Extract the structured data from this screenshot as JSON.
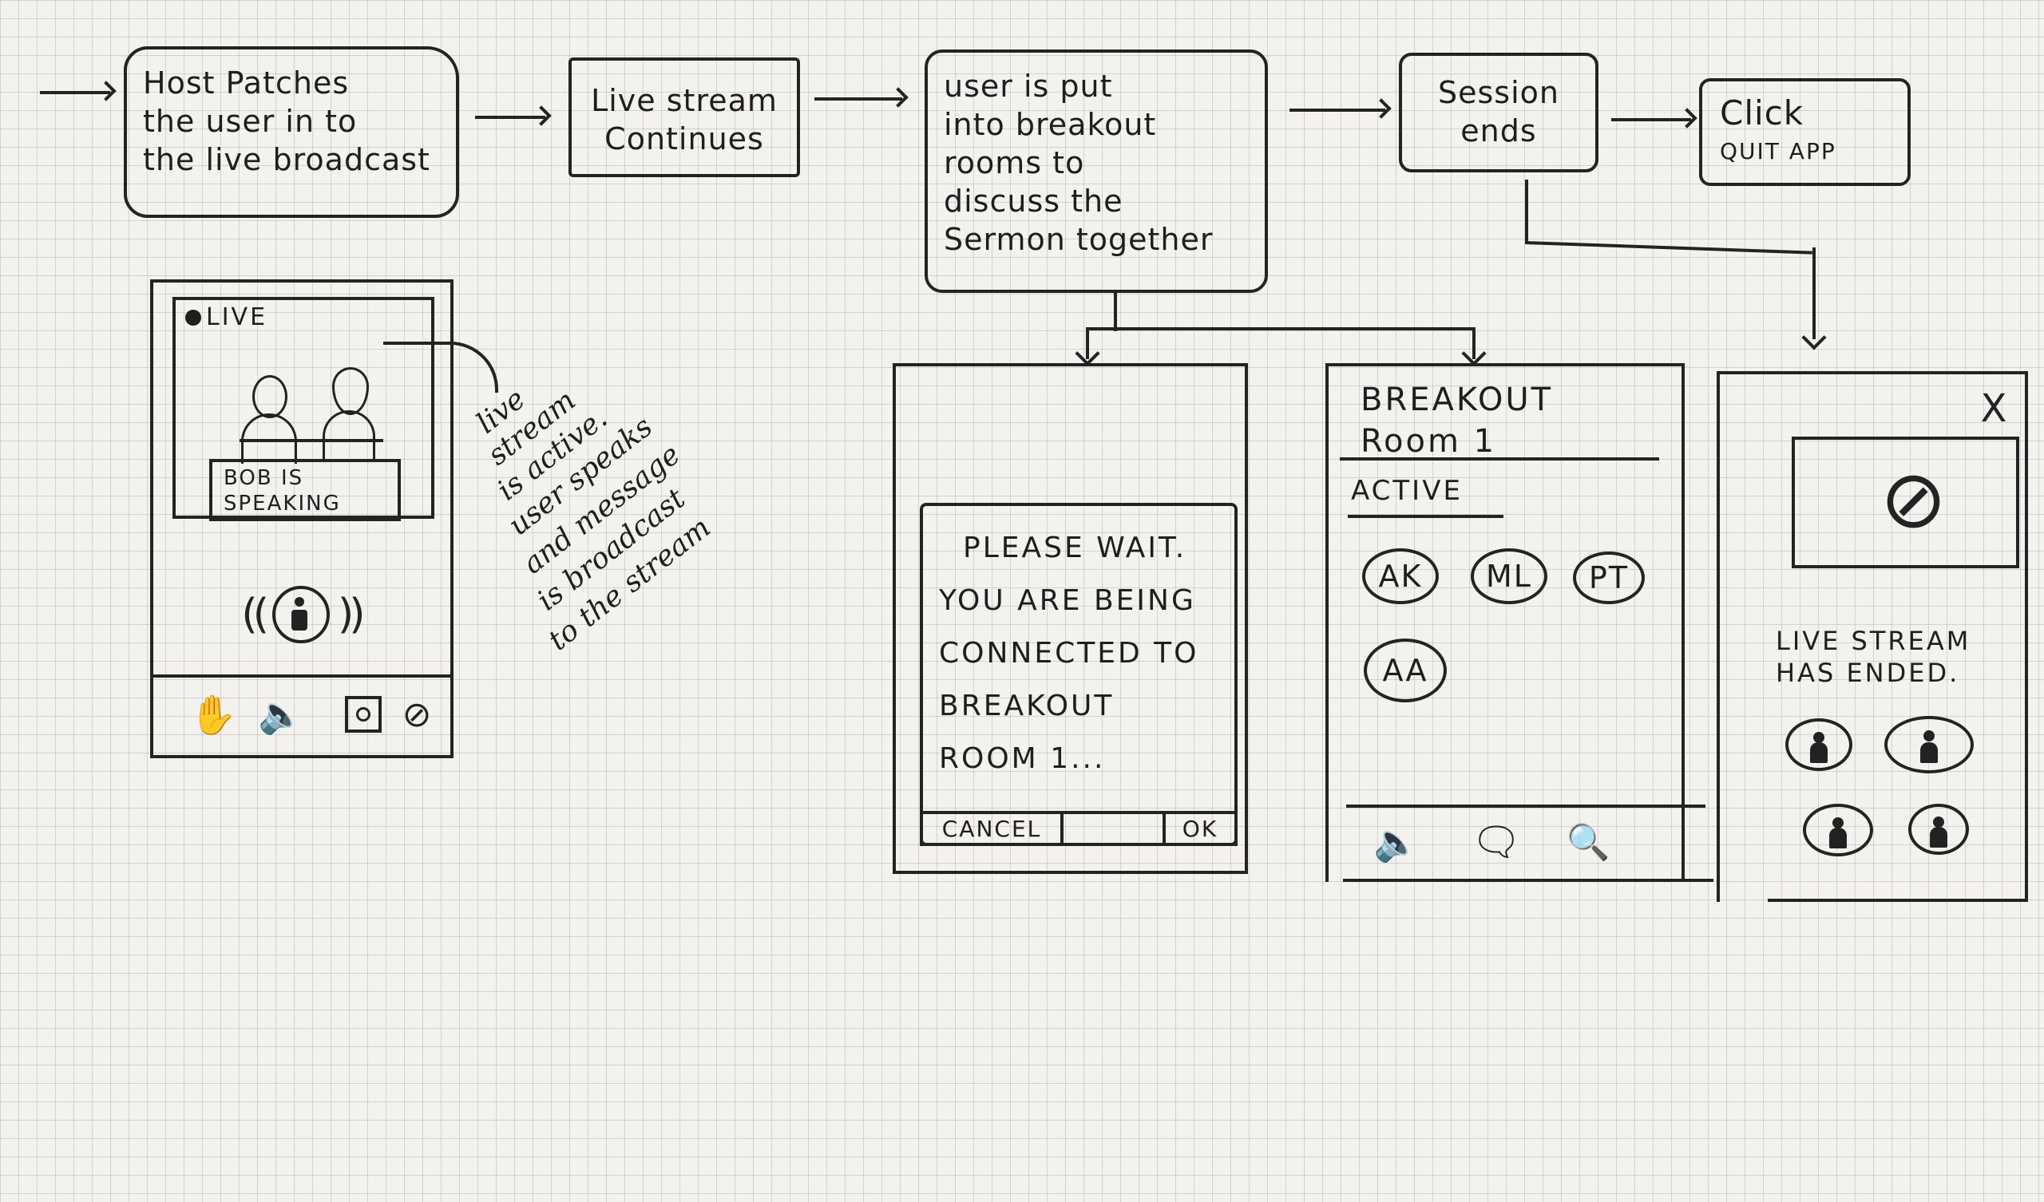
{
  "flow": {
    "step1": {
      "lines": [
        "Host Patches",
        "the user in to",
        "the live broadcast"
      ]
    },
    "step2": {
      "lines": [
        "Live stream",
        "Continues"
      ]
    },
    "step3": {
      "lines": [
        "user is put",
        "into breakout",
        "rooms to",
        "discuss the",
        "Sermon together"
      ]
    },
    "step4": {
      "lines": [
        "Session",
        "ends"
      ]
    },
    "step5": {
      "lines": [
        "Click",
        "QUIT APP"
      ]
    }
  },
  "screen_live": {
    "live_badge": "LIVE",
    "caption_lines": [
      "BOB IS",
      "SPEAKING"
    ],
    "toolbar": {
      "icons": [
        "raise-hand-icon",
        "speaker-icon",
        "camera-icon",
        "end-icon"
      ]
    }
  },
  "annotation": {
    "lines": [
      "live",
      "stream",
      "is active.",
      "user speaks",
      "and message",
      "is broadcast",
      "to the stream"
    ]
  },
  "screen_connecting": {
    "dialog_lines": [
      "PLEASE WAIT.",
      "YOU ARE BEING",
      "CONNECTED TO",
      "BREAKOUT",
      "ROOM 1..."
    ],
    "cancel_label": "CANCEL",
    "ok_label": "OK"
  },
  "screen_breakout": {
    "title_lines": [
      "BREAKOUT",
      "Room 1"
    ],
    "section_label": "ACTIVE",
    "participants": [
      "AK",
      "ML",
      "PT",
      "AA"
    ],
    "toolbar": {
      "icons": [
        "speaker-icon",
        "chat-icon",
        "search-icon"
      ]
    }
  },
  "screen_ended": {
    "close_label": "X",
    "message_lines": [
      "LIVE STREAM",
      "HAS ENDED."
    ],
    "avatars": [
      "user-avatar-1",
      "user-avatar-2",
      "user-avatar-3",
      "user-avatar-4"
    ]
  }
}
